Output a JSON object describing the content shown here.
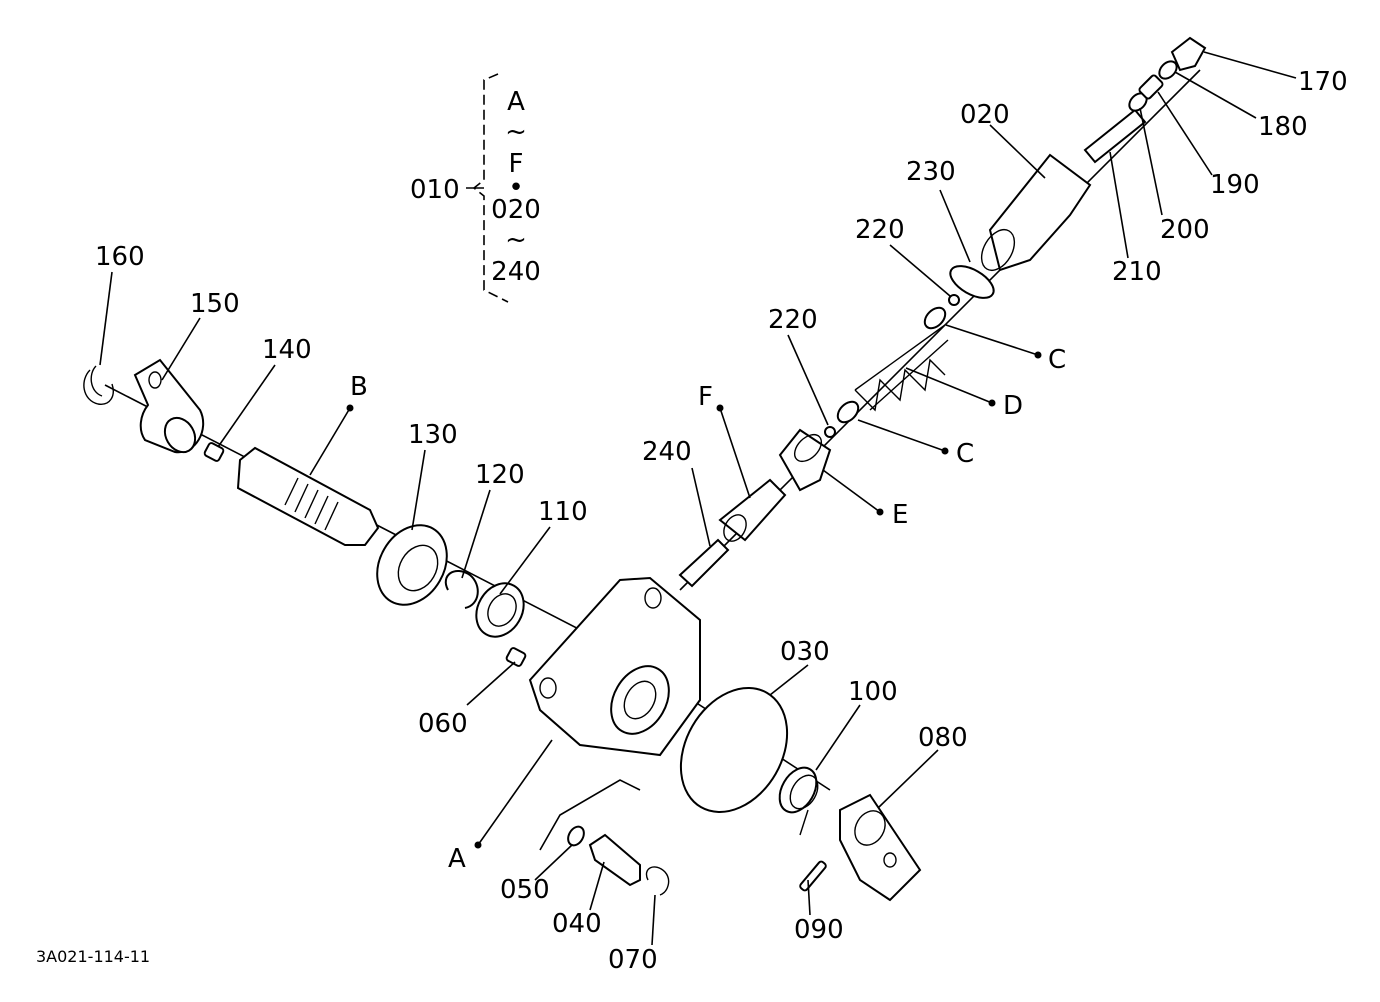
{
  "bracket": {
    "ref": "010",
    "lines": [
      "A",
      "~",
      "F",
      "•",
      "020",
      "~",
      "240"
    ]
  },
  "labels": {
    "l010": "010",
    "l020": "020",
    "l030": "030",
    "l040": "040",
    "l050": "050",
    "l060": "060",
    "l070": "070",
    "l080": "080",
    "l090": "090",
    "l100": "100",
    "l110": "110",
    "l120": "120",
    "l130": "130",
    "l140": "140",
    "l150": "150",
    "l160": "160",
    "l170": "170",
    "l180": "180",
    "l190": "190",
    "l200": "200",
    "l210": "210",
    "l220a": "220",
    "l220b": "220",
    "l230": "230",
    "l240": "240",
    "lA": "A",
    "lB": "B",
    "lC1": "C",
    "lC2": "C",
    "lD": "D",
    "lE": "E",
    "lF": "F"
  },
  "drawing_code": "3A021-114-11"
}
